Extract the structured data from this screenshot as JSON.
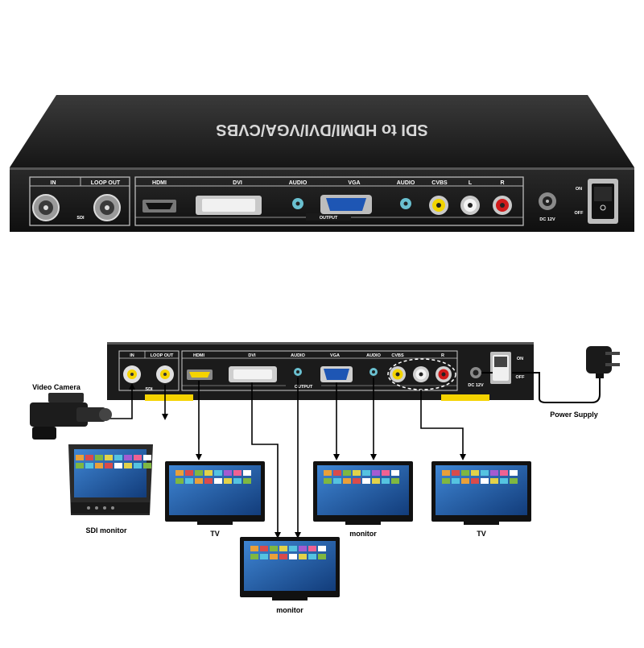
{
  "device": {
    "top_title": "SDI to HDMI/DVI/VGA/CVBS",
    "sdi_group": {
      "in": "IN",
      "loop_out": "LOOP OUT",
      "sdi": "SDI"
    },
    "ports": {
      "hdmi": "HDMI",
      "dvi": "DVI",
      "audio1": "AUDIO",
      "vga": "VGA",
      "audio2": "AUDIO",
      "cvbs": "CVBS",
      "l": "L",
      "r": "R"
    },
    "output_label": "OUTPUT",
    "dc": "DC 12V",
    "switch": {
      "on": "ON",
      "off": "OFF"
    }
  },
  "labels": {
    "video_camera": "Video Camera",
    "sdi_monitor": "SDI monitor",
    "tv_left": "TV",
    "monitor_center": "monitor",
    "tv_right": "TV",
    "monitor_bottom": "monitor",
    "power_supply": "Power Supply"
  },
  "colors": {
    "device_body": "#1b1b1b",
    "rca_yellow": "#f2d400",
    "rca_red": "#d01a1a",
    "vga_blue": "#1e56b4",
    "sdi_mark": "#f5d300",
    "screen_blue": "#1f5fb0"
  }
}
